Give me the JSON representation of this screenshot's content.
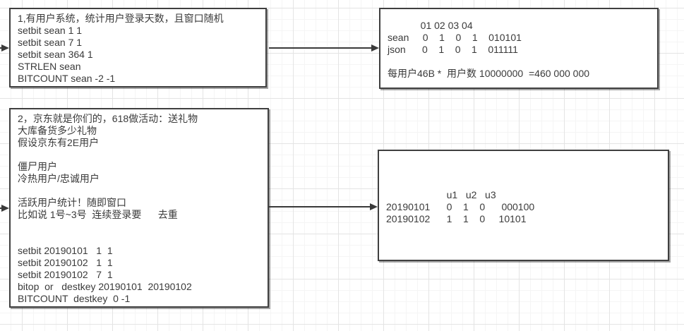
{
  "colors": {
    "background": "#ffffff",
    "grid_minor": "#f5f5f5",
    "grid_major": "#e4e4e4",
    "shape_border": "#3f3f3f",
    "shape_fill": "#ffffff",
    "text": "#3a3a3a",
    "arrow": "#3a3a3a"
  },
  "boxes": {
    "note1": {
      "lines": [
        "1,有用户系统，统计用户登录天数，且窗口随机",
        "setbit sean 1 1",
        "setbit sean 7 1",
        "setbit sean 364 1",
        "STRLEN sean",
        "BITCOUNT sean -2 -1"
      ]
    },
    "table1": {
      "lines": [
        "            01 02 03 04",
        "sean     0    1    0    1    010101",
        "json      0    1    0    1    011111",
        "",
        "每用户46B *  用户数 10000000  =460 000 000"
      ]
    },
    "note2": {
      "lines": [
        "2，京东就是你们的，618做活动：送礼物",
        "大库备货多少礼物",
        "假设京东有2E用户",
        "",
        "僵尸用户",
        "冷热用户/忠诚用户",
        "",
        "活跃用户统计！随即窗口",
        "比如说 1号~3号  连续登录要      去重",
        "",
        "",
        "setbit 20190101   1  1",
        "setbit 20190102   1  1",
        "setbit 20190102   7  1",
        "bitop  or   destkey 20190101  20190102",
        "BITCOUNT  destkey  0 -1"
      ]
    },
    "table2": {
      "lines": [
        "                      u1   u2   u3",
        "20190101      0    1    0      000100",
        "20190102      1    1    0     10101"
      ]
    }
  },
  "arrows": [
    {
      "id": "arrow-canvas-to-note1",
      "from": "canvas-left-edge",
      "to": "note1"
    },
    {
      "id": "arrow-note1-to-table1",
      "from": "note1",
      "to": "table1"
    },
    {
      "id": "arrow-canvas-to-note2",
      "from": "canvas-left-edge",
      "to": "note2"
    },
    {
      "id": "arrow-note2-to-table2",
      "from": "note2",
      "to": "table2"
    }
  ]
}
